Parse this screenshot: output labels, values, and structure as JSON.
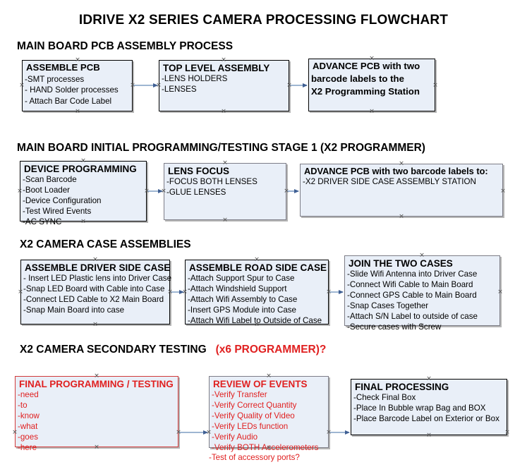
{
  "title": "IDRIVE X2  SERIES CAMERA PROCESSING FLOWCHART",
  "colors": {
    "box_fill": "#e9eff8",
    "box_border": "#000000",
    "box_border_gray": "#7d7d87",
    "box_border_red": "#d23a3a",
    "red_text": "#e02020",
    "connector_line": "#7f9dc4",
    "connector_arrow": "#3f5f93"
  },
  "sections": [
    {
      "id": "main-board-pcb-assembly-process",
      "heading": "MAIN BOARD PCB ASSEMBLY PROCESS",
      "heading_suffix": "",
      "boxes": [
        {
          "id": "assemble-pcb",
          "header": "ASSEMBLE PCB",
          "items": [
            "-SMT processes",
            "- HAND Solder processes",
            "- Attach Bar Code Label"
          ]
        },
        {
          "id": "top-level-assembly",
          "header": "TOP LEVEL ASSEMBLY",
          "items": [
            "-LENS HOLDERS",
            "-LENSES"
          ]
        },
        {
          "id": "advance-pcb-programming-station",
          "header": "ADVANCE PCB with two",
          "items": [
            "barcode labels to the",
            " X2 Programming Station"
          ]
        }
      ]
    },
    {
      "id": "main-board-initial-programming",
      "heading": "MAIN BOARD INITIAL PROGRAMMING/TESTING STAGE 1 (X2 PROGRAMMER)",
      "heading_suffix": "",
      "boxes": [
        {
          "id": "device-programming",
          "header": "DEVICE PROGRAMMING",
          "items": [
            "-Scan Barcode",
            "-Boot Loader",
            "-Device Configuration",
            "-Test Wired Events",
            "-AC SYNC"
          ]
        },
        {
          "id": "lens-focus",
          "header": "LENS FOCUS",
          "items": [
            "-FOCUS BOTH LENSES",
            "-GLUE LENSES"
          ]
        },
        {
          "id": "advance-pcb-driver-side-case",
          "header": "ADVANCE PCB with two barcode labels to:",
          "items": [
            "-X2 DRIVER  SIDE  CASE  ASSEMBLY STATION"
          ]
        }
      ]
    },
    {
      "id": "x2-camera-case-assemblies",
      "heading": "X2 CAMERA CASE ASSEMBLIES",
      "heading_suffix": "",
      "boxes": [
        {
          "id": "assemble-driver-side-case",
          "header": "ASSEMBLE DRIVER SIDE CASE",
          "items": [
            "- Insert LED Plastic lens into Driver Case",
            "-Snap LED Board with Cable into Case",
            "-Connect LED Cable to X2 Main Board",
            "-Snap Main Board into case"
          ]
        },
        {
          "id": "assemble-road-side-case",
          "header": "ASSEMBLE ROAD SIDE CASE",
          "items": [
            "-Attach Support Spur to Case",
            "-Attach Windshield Support",
            "-Attach Wifi Assembly to Case",
            "-Insert GPS Module into Case",
            "-Attach Wifi Label to Outside of Case"
          ]
        },
        {
          "id": "join-the-two-cases",
          "header": "JOIN THE TWO CASES",
          "items": [
            "-Slide Wifi Antenna into Driver Case",
            "-Connect Wifi Cable to Main Board",
            "-Connect GPS Cable to Main Board",
            "-Snap Cases Together",
            "-Attach S/N Label to outside of case",
            "-Secure cases with Screw"
          ]
        }
      ]
    },
    {
      "id": "x2-camera-secondary-testing",
      "heading": "X2 CAMERA SECONDARY TESTING",
      "heading_suffix": "(x6 PROGRAMMER)?",
      "boxes": [
        {
          "id": "final-programming-testing",
          "header": "FINAL PROGRAMMING / TESTING",
          "items": [
            "-need",
            "-to",
            "-know",
            "-what",
            "-goes",
            "-here"
          ]
        },
        {
          "id": "review-of-events",
          "header": "REVIEW OF EVENTS",
          "items": [
            "-Verify Transfer",
            "-Verify Correct Quantity",
            "-Verify Quality of Video",
            "-Verify LEDs function",
            "-Verify Audio",
            "-Verify BOTH Accelerometers",
            "-Test of accessory ports?"
          ]
        },
        {
          "id": "final-processing",
          "header": "FINAL PROCESSING",
          "items": [
            " -Check Final Box",
            "-Place In Bubble wrap Bag and BOX",
            "-Place Barcode Label on Exterior or Box"
          ]
        }
      ]
    }
  ],
  "connector_icon": "arrow-right-icon",
  "anchor_icon": "x-anchor-icon"
}
